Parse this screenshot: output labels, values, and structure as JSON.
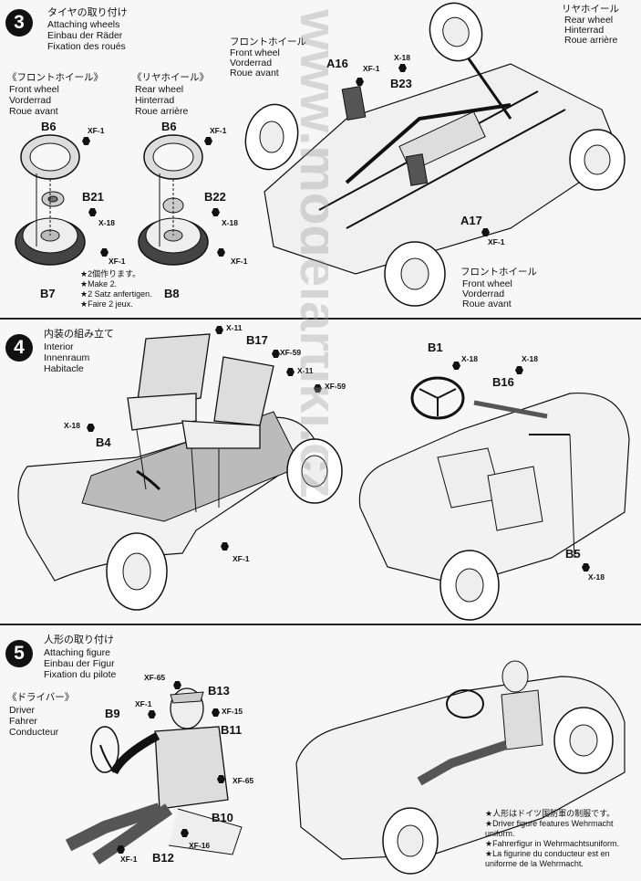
{
  "watermark": "www.modelartikl.cz",
  "step3": {
    "number": "3",
    "title_jp": "タイヤの取り付け",
    "title_en": "Attaching wheels",
    "title_de": "Einbau der Räder",
    "title_fr": "Fixation des roués",
    "front_wheel_jp": "《フロントホイール》",
    "front_wheel_en": "Front wheel",
    "front_wheel_de": "Vorderrad",
    "front_wheel_fr": "Roue avant",
    "rear_wheel_jp": "《リヤホイール》",
    "rear_wheel_en": "Rear wheel",
    "rear_wheel_de": "Hinterrad",
    "rear_wheel_fr": "Roue arrière",
    "parts": {
      "b6a": "B6",
      "b6b": "B6",
      "b21": "B21",
      "b22": "B22",
      "b7": "B7",
      "b8": "B8",
      "a16": "A16",
      "b23": "B23",
      "a17": "A17"
    },
    "screws": {
      "xf1": "XF-1",
      "x18": "X-18"
    },
    "make_notes": [
      "★2個作ります。",
      "★Make 2.",
      "★2 Satz anfertigen.",
      "★Faire 2 jeux."
    ],
    "chassis_front_top_jp": "フロントホイール",
    "chassis_front_top_en": "Front wheel",
    "chassis_front_top_de": "Vorderrad",
    "chassis_front_top_fr": "Roue avant",
    "chassis_rear_jp": "リヤホイール",
    "chassis_rear_en": "Rear wheel",
    "chassis_rear_de": "Hinterrad",
    "chassis_rear_fr": "Roue arrière",
    "chassis_front_bottom_jp": "フロントホイール",
    "chassis_front_bottom_en": "Front wheel",
    "chassis_front_bottom_de": "Vorderrad",
    "chassis_front_bottom_fr": "Roue avant"
  },
  "step4": {
    "number": "4",
    "title_jp": "内装の組み立て",
    "title_en": "Interior",
    "title_de": "Innenraum",
    "title_fr": "Habitacle",
    "parts": {
      "b17": "B17",
      "b4": "B4",
      "b1": "B1",
      "b16": "B16",
      "b5": "B5"
    },
    "screws": {
      "x11": "X-11",
      "xf59": "XF-59",
      "x18": "X-18",
      "xf1": "XF-1"
    }
  },
  "step5": {
    "number": "5",
    "title_jp": "人形の取り付け",
    "title_en": "Attaching figure",
    "title_de": "Einbau der Figur",
    "title_fr": "Fixation du pilote",
    "driver_jp": "《ドライバー》",
    "driver_en": "Driver",
    "driver_de": "Fahrer",
    "driver_fr": "Conducteur",
    "parts": {
      "b13": "B13",
      "b9": "B9",
      "b11": "B11",
      "b10": "B10",
      "b12": "B12"
    },
    "screws": {
      "xf65": "XF-65",
      "xf1": "XF-1",
      "xf15": "XF-15",
      "xf16": "XF-16"
    },
    "notes": [
      "★人形はドイツ国防軍の制服です。",
      "★Driver figure features Wehrmacht",
      "uniform.",
      "★Fahrerfigur in Wehrmachtsuniform.",
      "★La figurine du conducteur est en",
      "uniforme de la Wehrmacht."
    ]
  }
}
